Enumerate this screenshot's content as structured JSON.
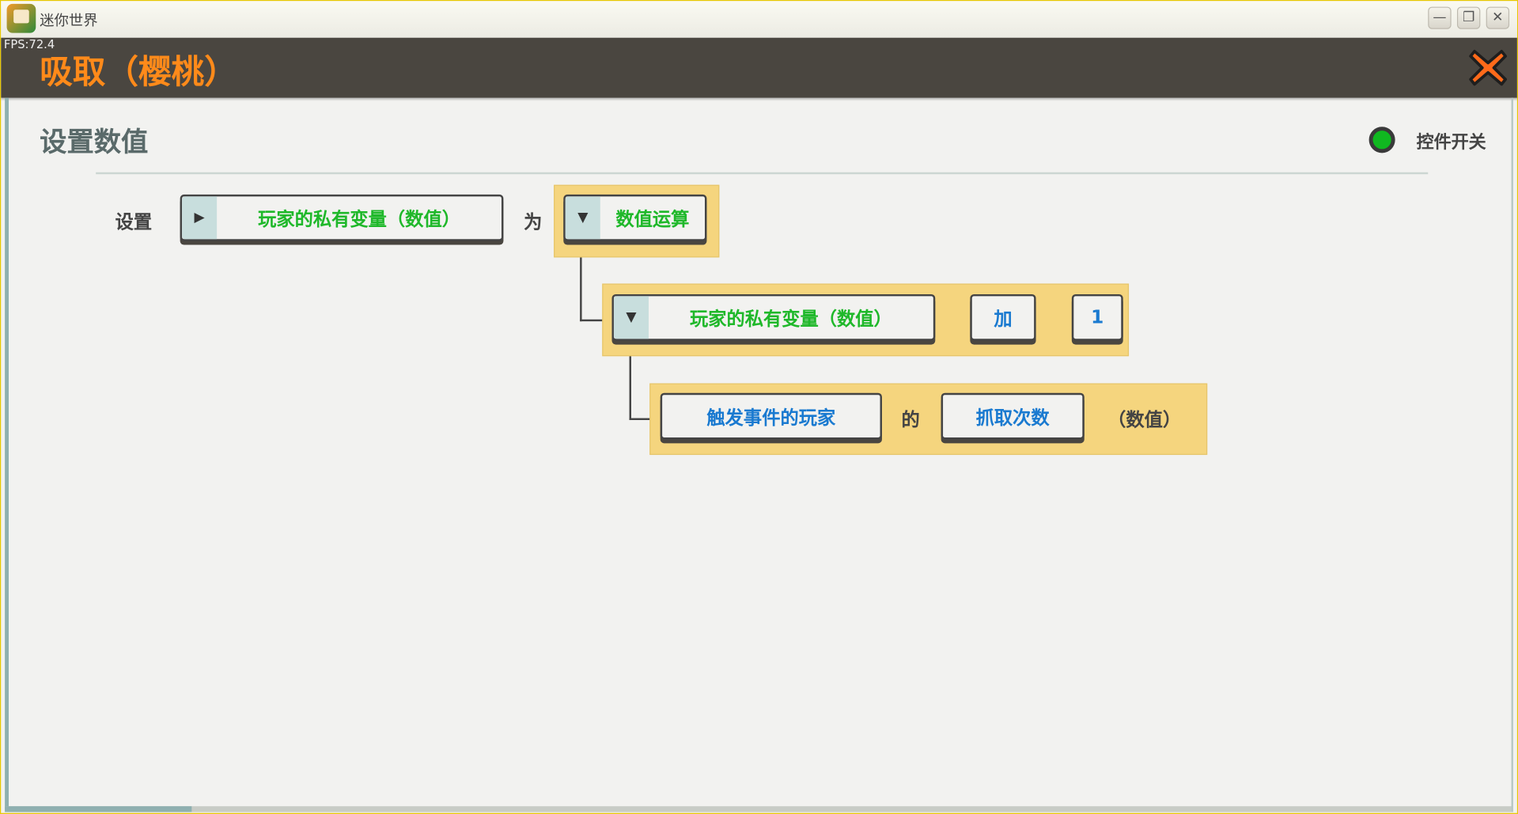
{
  "window": {
    "app_title": "迷你世界",
    "fps": "FPS:72.4",
    "minimize": "—",
    "restore": "❐",
    "close": "✕"
  },
  "dialog": {
    "title": "吸取（樱桃）",
    "close_icon": "close-icon"
  },
  "section": {
    "title": "设置数值",
    "toggle_label": "控件开关",
    "toggle_on": true,
    "toggle_color": "#10b820"
  },
  "row1": {
    "prefix": "设置",
    "variable": "玩家的私有变量（数值）",
    "to": "为",
    "operation": "数值运算"
  },
  "row2": {
    "operand": "玩家的私有变量（数值）",
    "operator": "加",
    "value": "1"
  },
  "row3": {
    "player": "触发事件的玩家",
    "of": "的",
    "attribute": "抓取次数",
    "suffix": "（数值）"
  },
  "colors": {
    "accent": "#ff8a1a",
    "header": "#4a4640",
    "block": "#f5d57e",
    "green_text": "#1fb82a",
    "blue_text": "#1a7ad0"
  }
}
